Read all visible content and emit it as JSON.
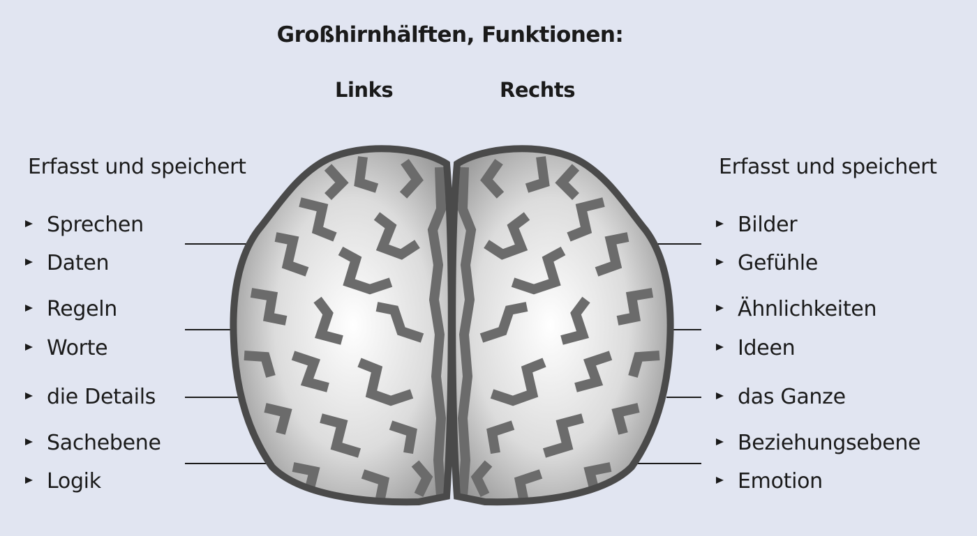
{
  "title": "Großhirnhälften, Funktionen:",
  "hemispheres": {
    "left": "Links",
    "right": "Rechts"
  },
  "left": {
    "heading": "Erfasst und speichert",
    "items": [
      "Sprechen",
      "Daten",
      "Regeln",
      "Worte",
      "die Details",
      "Sachebene",
      "Logik"
    ]
  },
  "right": {
    "heading": "Erfasst und speichert",
    "items": [
      "Bilder",
      "Gefühle",
      "Ähnlichkeiten",
      "Ideen",
      "das Ganze",
      "Beziehungsebene",
      "Emotion"
    ]
  },
  "icons": {
    "bullet": "triangle-right-icon",
    "brain": "brain-top-view-icon"
  },
  "colors": {
    "background": "#e1e5f1",
    "outline": "#4a4a4a",
    "sulci": "#6b6b6b",
    "text": "#1a1a1a"
  }
}
